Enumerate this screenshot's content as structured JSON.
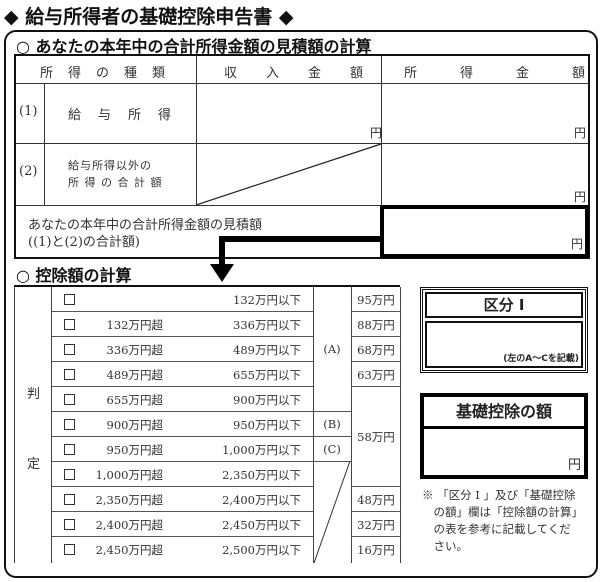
{
  "title": "◆ 給与所得者の基礎控除申告書 ◆",
  "section1": {
    "heading": "○ あなたの本年中の合計所得金額の見積額の計算",
    "headers": {
      "type": "所　得　の　種　類",
      "income": "収　　入　　金　　額",
      "earnings": "所　　　得　　　金　　　額"
    },
    "rows": [
      {
        "num": "(1)",
        "label_line1": "給　与　所　得",
        "label_line2": "",
        "income_unit": "円",
        "earnings_unit": "円"
      },
      {
        "num": "(2)",
        "label_line1": "給与所得以外の",
        "label_line2": "所 得 の 合 計 額",
        "income_unit": "",
        "earnings_unit": "円"
      }
    ],
    "total": {
      "label_line1": "あなたの本年中の合計所得金額の見積額",
      "label_line2": "((1)と(2)の合計額)",
      "unit": "円"
    }
  },
  "section2": {
    "heading": "○ 控除額の計算",
    "judge_label_1": "判",
    "judge_label_2": "定",
    "rows": [
      {
        "from": "",
        "to": "132万円以下"
      },
      {
        "from": "132万円超",
        "to": "336万円以下"
      },
      {
        "from": "336万円超",
        "to": "489万円以下"
      },
      {
        "from": "489万円超",
        "to": "655万円以下"
      },
      {
        "from": "655万円超",
        "to": "900万円以下"
      },
      {
        "from": "900万円超",
        "to": "950万円以下"
      },
      {
        "from": "950万円超",
        "to": "1,000万円以下"
      },
      {
        "from": "1,000万円超",
        "to": "2,350万円以下"
      },
      {
        "from": "2,350万円超",
        "to": "2,400万円以下"
      },
      {
        "from": "2,400万円超",
        "to": "2,450万円以下"
      },
      {
        "from": "2,450万円超",
        "to": "2,500万円以下"
      }
    ],
    "categories": {
      "a": "(A)",
      "b": "(B)",
      "c": "(C)"
    },
    "amounts": {
      "r0": "95万円",
      "r1": "88万円",
      "r2": "68万円",
      "r3": "63万円",
      "r4_6": "58万円",
      "r8": "48万円",
      "r9": "32万円",
      "r10": "16万円"
    }
  },
  "kubun": {
    "heading": "区分 I",
    "note": "(左のA～Cを記載)"
  },
  "kiso": {
    "heading": "基礎控除の額",
    "unit": "円"
  },
  "footnote": {
    "line1": "※ 「区分 I 」及び「基礎控除",
    "line2": "　の額」欄は「控除額の計算」",
    "line3": "　の表を参考に記載してくだ",
    "line4": "　さい。"
  }
}
